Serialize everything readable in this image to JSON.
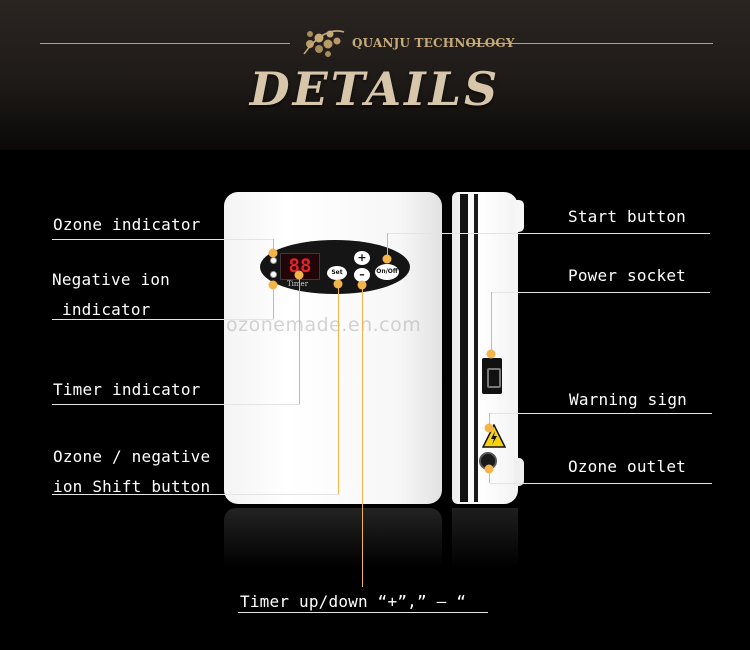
{
  "header": {
    "brand_name": "QUANJU TECHNOLOGY",
    "title": "DETAILS",
    "brand_color": "#c7ab7a"
  },
  "watermark": "ozonemade.en.com",
  "device": {
    "display_digits": "88",
    "timer_caption": "Timer",
    "buttons": {
      "plus": "+",
      "minus": "–",
      "set": "Set",
      "on_off": "On/Off"
    }
  },
  "labels": {
    "ozone_indicator": "Ozone indicator",
    "negative_ion_line1": "Negative ion",
    "negative_ion_line2": "indicator",
    "timer_indicator": "Timer indicator",
    "ozone_negative_line1": "Ozone / negative",
    "ozone_negative_line2": "ion Shift button",
    "timer_updown": "Timer up/down “+”,” – “",
    "start_button": "Start button",
    "power_socket": "Power socket",
    "warning_sign": "Warning sign",
    "ozone_outlet": "Ozone outlet"
  },
  "colors": {
    "callout": "#f3b54a",
    "display": "#e8202a"
  },
  "icons": {
    "brand_logo": "stylized-spheres-logo",
    "warning": "electric-hazard-triangle-icon",
    "socket": "power-socket-icon",
    "outlet": "ozone-outlet-icon"
  }
}
